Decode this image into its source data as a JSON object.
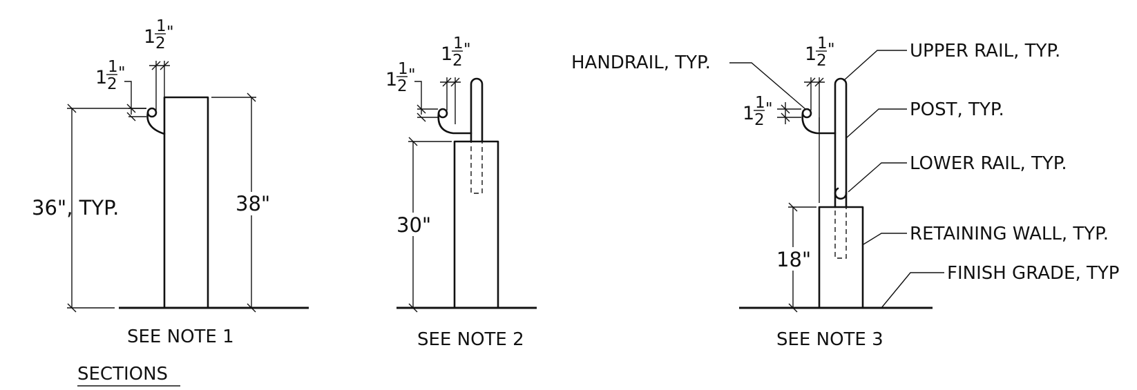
{
  "sections_title": "SECTIONS",
  "sections": [
    {
      "note": "SEE NOTE 1",
      "dims": {
        "total_height": "36\", TYP.",
        "wall_height": "38\""
      },
      "offsets": {
        "a_whole": "1",
        "a_num": "1",
        "a_den": "2",
        "a_unit": "\"",
        "b_whole": "1",
        "b_num": "1",
        "b_den": "2",
        "b_unit": "\""
      }
    },
    {
      "note": "SEE NOTE 2",
      "dims": {
        "wall_height": "30\""
      },
      "offsets": {
        "a_whole": "1",
        "a_num": "1",
        "a_den": "2",
        "a_unit": "\"",
        "b_whole": "1",
        "b_num": "1",
        "b_den": "2",
        "b_unit": "\""
      }
    },
    {
      "note": "SEE NOTE 3",
      "dims": {
        "wall_height": "18\""
      },
      "offsets": {
        "a_whole": "1",
        "a_num": "1",
        "a_den": "2",
        "a_unit": "\"",
        "b_whole": "1",
        "b_num": "1",
        "b_den": "2",
        "b_unit": "\""
      },
      "callouts": {
        "handrail": "HANDRAIL, TYP.",
        "upper_rail": "UPPER RAIL, TYP.",
        "post": "POST, TYP.",
        "lower_rail": "LOWER RAIL, TYP.",
        "retaining_wall": "RETAINING WALL, TYP.",
        "finish_grade": "FINISH GRADE, TYP"
      }
    }
  ]
}
